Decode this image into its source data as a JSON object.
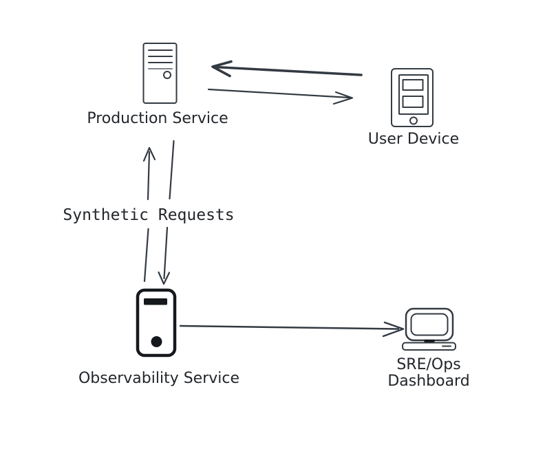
{
  "diagram": {
    "type": "architecture-sketch",
    "colors": {
      "bg": "#ffffff",
      "ink": "#333a42",
      "inkBold": "#15181c",
      "text": "#22262b"
    },
    "nodes": [
      {
        "id": "production-service",
        "label": "Production Service",
        "icon": "server-tower-icon"
      },
      {
        "id": "user-device",
        "label": "User Device",
        "icon": "mobile-device-icon"
      },
      {
        "id": "observability-service",
        "label": "Observability Service",
        "icon": "server-tower-bold-icon"
      },
      {
        "id": "sre-ops-dashboard",
        "label": "SRE/Ops Dashboard",
        "label_lines": [
          "SRE/Ops",
          "Dashboard"
        ],
        "icon": "desktop-computer-icon"
      }
    ],
    "labels": {
      "synthetic_requests": "Synthetic Requests"
    },
    "edges": [
      {
        "id": "user-to-production",
        "from": "user-device",
        "to": "production-service",
        "style": "thick"
      },
      {
        "id": "production-to-user",
        "from": "production-service",
        "to": "user-device",
        "style": "thin"
      },
      {
        "id": "observability-to-production",
        "from": "observability-service",
        "to": "production-service",
        "label": "Synthetic Requests"
      },
      {
        "id": "production-to-observability",
        "from": "production-service",
        "to": "observability-service",
        "label": "Synthetic Requests"
      },
      {
        "id": "observability-to-dashboard",
        "from": "observability-service",
        "to": "sre-ops-dashboard"
      }
    ]
  }
}
